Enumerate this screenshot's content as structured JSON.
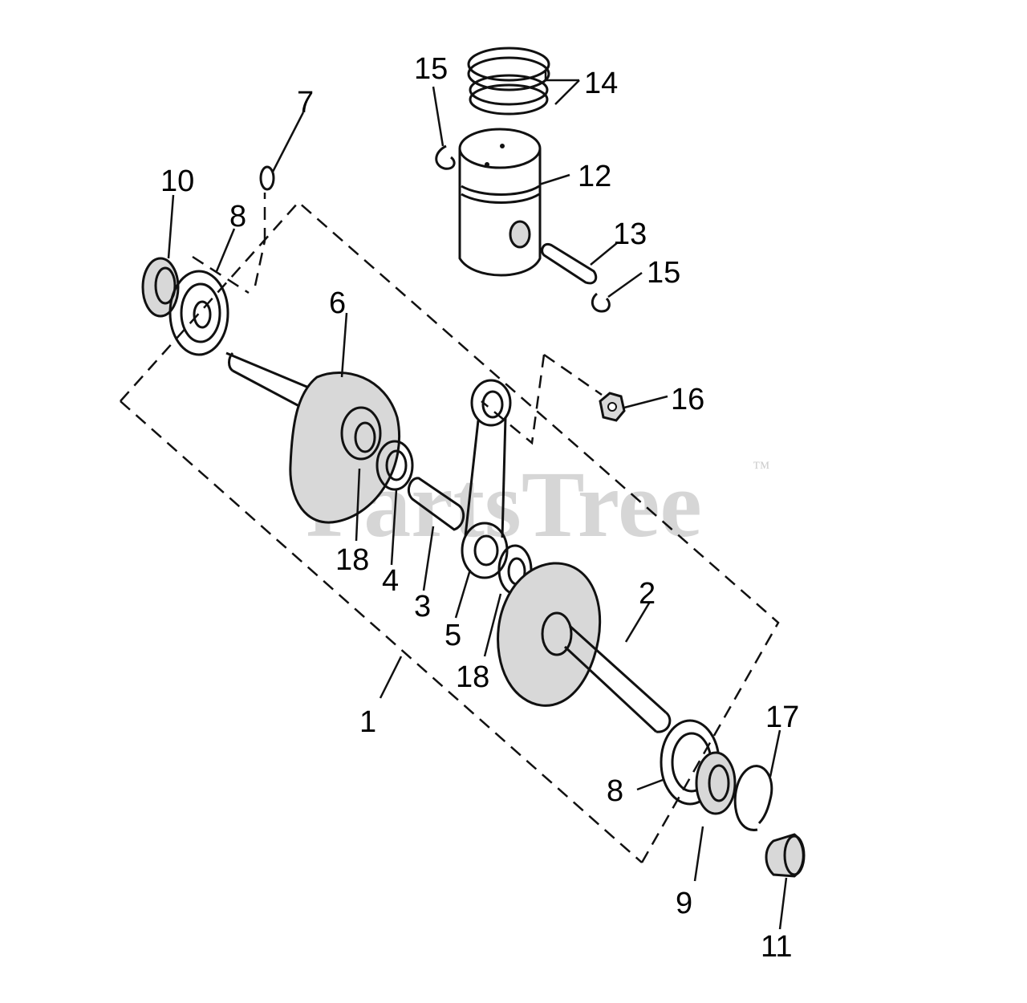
{
  "watermark": {
    "text": "PartsTree",
    "tm": "™"
  },
  "callouts": {
    "c1": "1",
    "c2": "2",
    "c3": "3",
    "c4": "4",
    "c5": "5",
    "c6": "6",
    "c7": "7",
    "c8a": "8",
    "c8b": "8",
    "c9": "9",
    "c10": "10",
    "c11": "11",
    "c12": "12",
    "c13": "13",
    "c14": "14",
    "c15a": "15",
    "c15b": "15",
    "c16": "16",
    "c17": "17",
    "c18a": "18",
    "c18b": "18"
  }
}
